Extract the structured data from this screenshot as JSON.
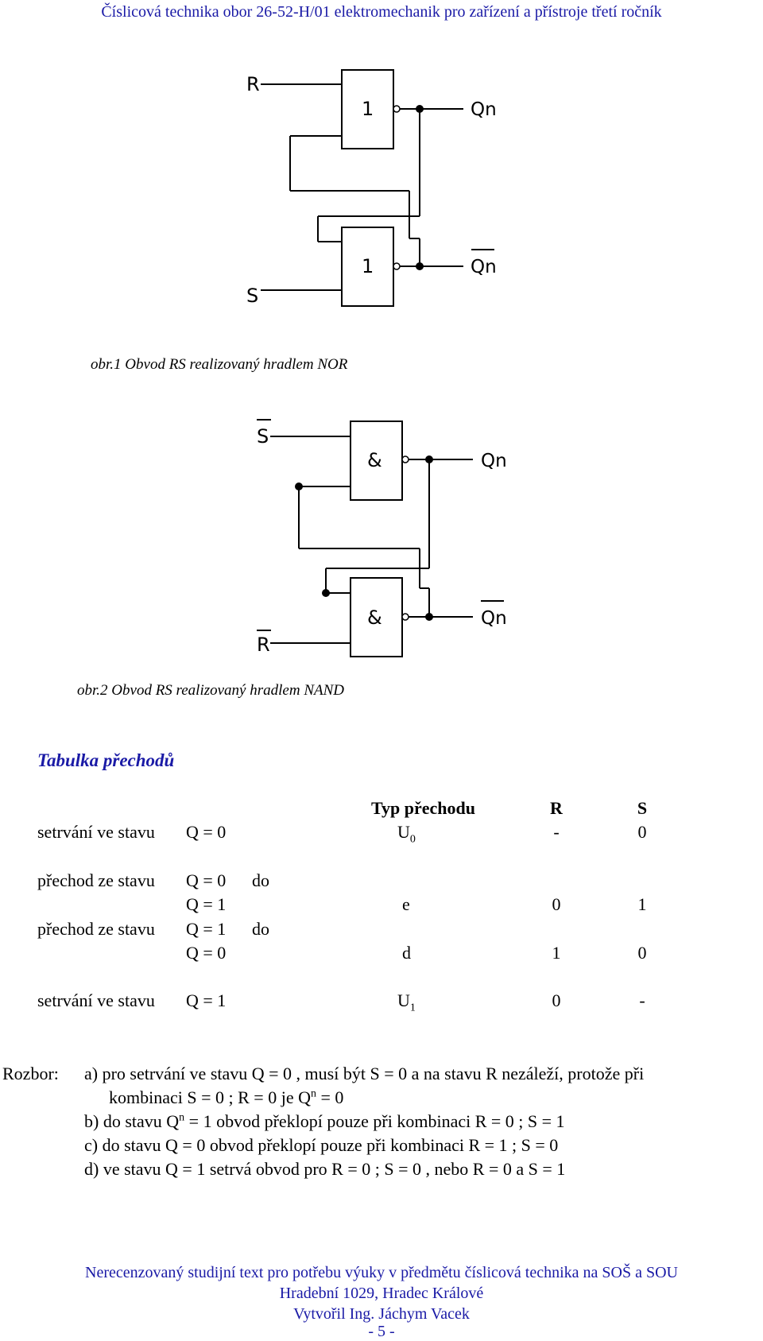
{
  "header": "Číslicová technika obor 26-52-H/01 elektromechanik pro zařízení a přístroje  třetí ročník",
  "figure1": {
    "caption": "obr.1  Obvod RS realizovaný hradlem NOR",
    "gate_top_label": "1",
    "gate_bottom_label": "1",
    "input_top": "R",
    "input_bottom": "S",
    "output_top": "Qn",
    "output_bottom": "Qn"
  },
  "figure2": {
    "caption": "obr.2  Obvod RS realizovaný hradlem NAND",
    "gate_top_label": "&",
    "gate_bottom_label": "&",
    "input_top": "S",
    "input_bottom": "R",
    "output_top": "Qn",
    "output_bottom": "Qn"
  },
  "table": {
    "title": "Tabulka přechodů",
    "headers": {
      "type": "Typ přechodu",
      "r": "R",
      "s": "S"
    },
    "rows": [
      {
        "l1a": "setrvání ve stavu",
        "l1b": "Q = 0",
        "l1c": "",
        "type_main": "U",
        "type_sub": "0",
        "r": "-",
        "s": "0"
      },
      {
        "l1a": "přechod ze stavu",
        "l1b": "Q = 0",
        "l1c": "do",
        "l2": "Q = 1",
        "type_main": "e",
        "r": "0",
        "s": "1"
      },
      {
        "l1a": "přechod ze stavu",
        "l1b": "Q = 1",
        "l1c": "do",
        "l2": "Q = 0",
        "type_main": "d",
        "r": "1",
        "s": "0"
      },
      {
        "l1a": "setrvání ve stavu",
        "l1b": "Q = 1",
        "l1c": "",
        "type_main": "U",
        "type_sub": "1",
        "r": "0",
        "s": "-"
      }
    ]
  },
  "analysis": {
    "label": "Rozbor:",
    "a1": "a)  pro setrvání ve stavu Q = 0 , musí být  S = 0 a na stavu R nezáleží, protože při",
    "a2_pre": "kombinaci S = 0 ; R = 0 je Q",
    "a2_sup": "n",
    "a2_post": " = 0",
    "b_pre": "b) do stavu Q",
    "b_sup": "n",
    "b_post": " = 1 obvod překlopí pouze při kombinaci R = 0 ; S = 1",
    "c": "c)  do stavu Q = 0  obvod překlopí pouze při kombinaci R = 1 ; S = 0",
    "d": "d)  ve stavu Q = 1 setrvá obvod pro R = 0 ; S = 0 , nebo R = 0 a S = 1"
  },
  "footer": {
    "line1": "Nerecenzovaný studijní text pro potřebu výuky v předmětu číslicová technika na SOŠ a SOU",
    "line2": "Hradební 1029, Hradec Králové",
    "line3": "Vytvořil Ing. Jáchym Vacek",
    "page": "- 5 -"
  }
}
